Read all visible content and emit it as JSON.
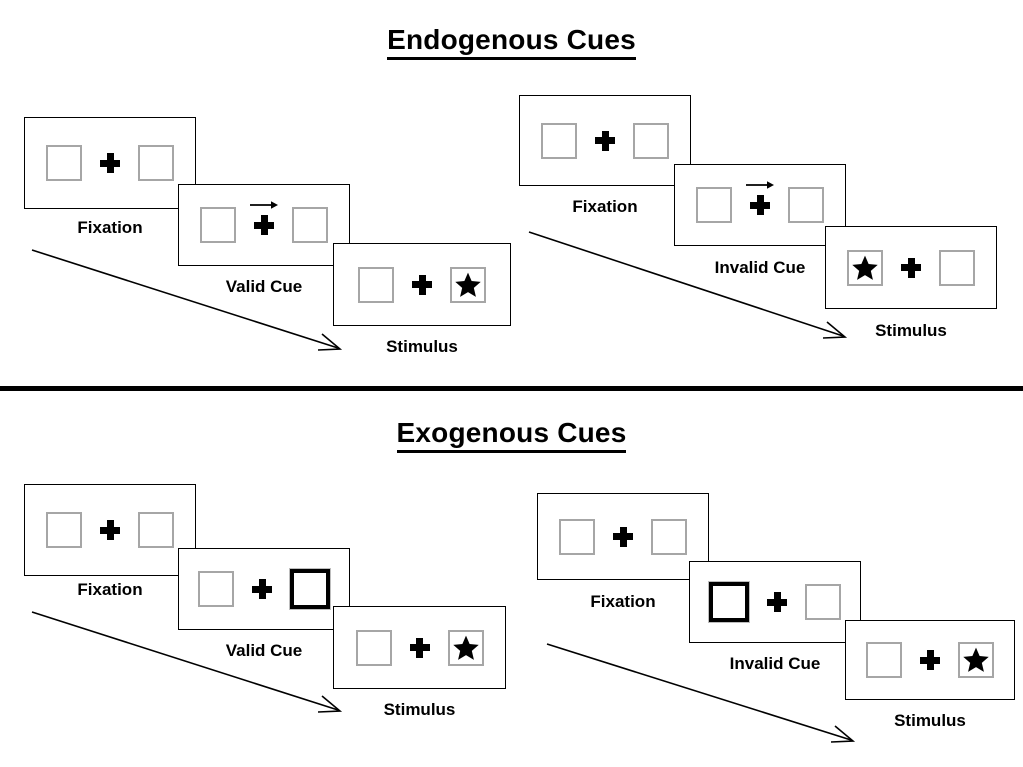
{
  "sections": [
    {
      "id": "endogenous",
      "title": "Endogenous Cues",
      "sequences": [
        {
          "id": "endogenous-valid",
          "panels": [
            {
              "caption": "Fixation",
              "cue": "none",
              "arrow": false,
              "star": "none"
            },
            {
              "caption": "Valid Cue",
              "cue": "arrow-right",
              "arrow": true,
              "star": "none"
            },
            {
              "caption": "Stimulus",
              "cue": "none",
              "arrow": false,
              "star": "right"
            }
          ]
        },
        {
          "id": "endogenous-invalid",
          "panels": [
            {
              "caption": "Fixation",
              "cue": "none",
              "arrow": false,
              "star": "none"
            },
            {
              "caption": "Invalid Cue",
              "cue": "arrow-right",
              "arrow": true,
              "star": "none"
            },
            {
              "caption": "Stimulus",
              "cue": "none",
              "arrow": false,
              "star": "left"
            }
          ]
        }
      ]
    },
    {
      "id": "exogenous",
      "title": "Exogenous Cues",
      "sequences": [
        {
          "id": "exogenous-valid",
          "panels": [
            {
              "caption": "Fixation",
              "cue": "none",
              "arrow": false,
              "star": "none"
            },
            {
              "caption": "Valid Cue",
              "cue": "box-right",
              "arrow": false,
              "star": "none"
            },
            {
              "caption": "Stimulus",
              "cue": "none",
              "arrow": false,
              "star": "right"
            }
          ]
        },
        {
          "id": "exogenous-invalid",
          "panels": [
            {
              "caption": "Fixation",
              "cue": "none",
              "arrow": false,
              "star": "none"
            },
            {
              "caption": "Invalid Cue",
              "cue": "box-left",
              "arrow": false,
              "star": "none"
            },
            {
              "caption": "Stimulus",
              "cue": "none",
              "arrow": false,
              "star": "right"
            }
          ]
        }
      ]
    }
  ],
  "colors": {
    "box_border": "#a6a6a6",
    "cued_box_border": "#000000",
    "panel_border": "#000000",
    "ink": "#000000",
    "background": "#ffffff"
  }
}
